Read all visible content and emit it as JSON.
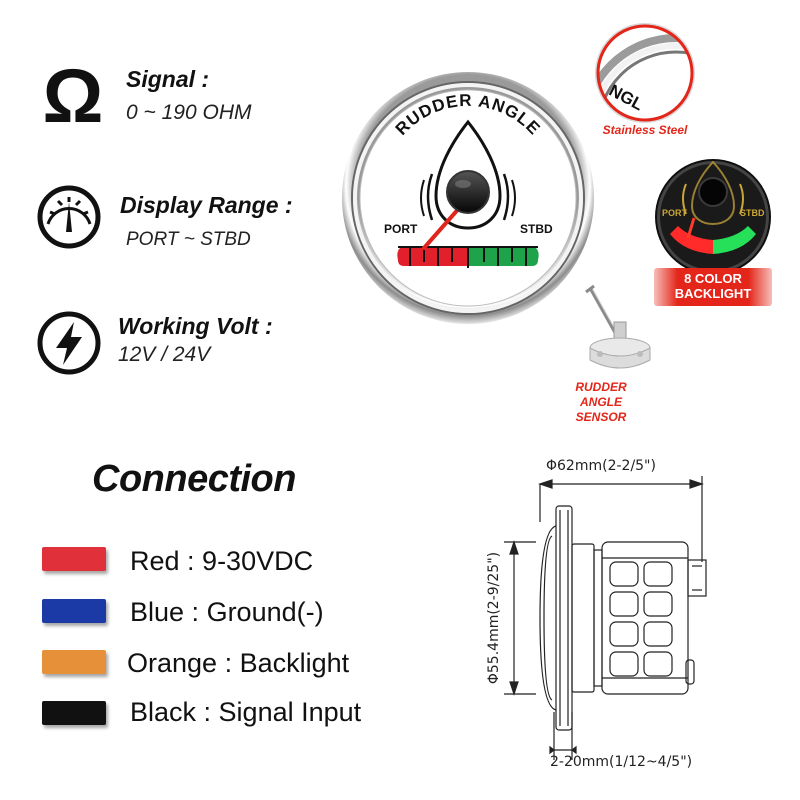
{
  "specs": [
    {
      "icon": "omega-icon",
      "title": "Signal :",
      "value": "0 ~ 190 OHM"
    },
    {
      "icon": "gauge-icon",
      "title": "Display Range :",
      "value": "PORT ~ STBD"
    },
    {
      "icon": "lightning-icon",
      "title": "Working Volt :",
      "value": "12V / 24V"
    }
  ],
  "gauge": {
    "title": "RUDDER ANGLE",
    "port_label": "PORT",
    "stbd_label": "STBD"
  },
  "callouts": {
    "stainless": "Stainless Steel",
    "stainless_zoom_text": "NGL",
    "backlight": "8 COLOR BACKLIGHT",
    "backlight_zoom_port": "PORT",
    "backlight_zoom_stbd": "STBD",
    "sensor": "RUDDER ANGLE SENSOR"
  },
  "connection": {
    "title": "Connection",
    "wires": [
      {
        "color": "#e0303a",
        "name": "Red",
        "sep": " : ",
        "desc": "9-30VDC"
      },
      {
        "color": "#1b3aa6",
        "name": "Blue",
        "sep": " : ",
        "desc": "Ground(-)"
      },
      {
        "color": "#e6913a",
        "name": "Orange",
        "sep": " : ",
        "desc": "Backlight"
      },
      {
        "color": "#111111",
        "name": "Black",
        "sep": " : ",
        "desc": "Signal Input"
      }
    ]
  },
  "dimensions": {
    "diameter": "Φ62mm(2-2/5\")",
    "cutout": "Φ55.4mm(2-9/25\")",
    "thickness": "2-20mm(1/12~4/5\")"
  },
  "colors": {
    "red_zone": "#e2202b",
    "green_zone": "#1fa34a",
    "needle": "#e0261c",
    "callout_red": "#e32619"
  }
}
